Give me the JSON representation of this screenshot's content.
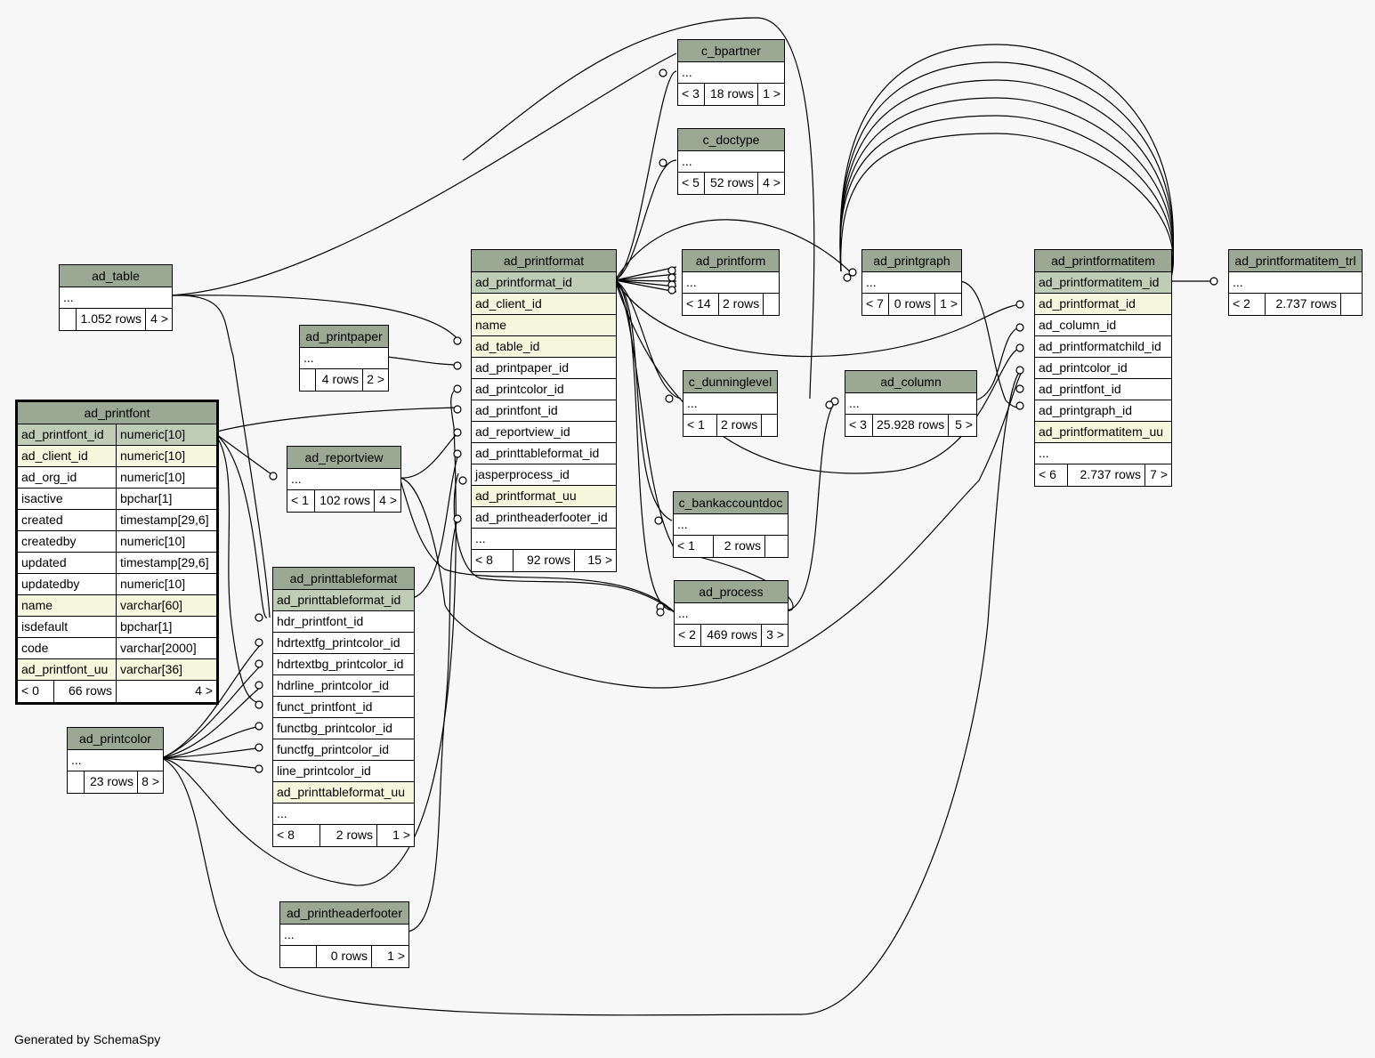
{
  "footer": "Generated by SchemaSpy",
  "tables": [
    {
      "id": "ad_table",
      "name": "ad_table",
      "rows": [
        {
          "cells": [
            "..."
          ]
        }
      ],
      "stats": [
        "",
        "1.052 rows",
        "4 >"
      ]
    },
    {
      "id": "ad_printfont",
      "name": "ad_printfont",
      "focus": true,
      "rows": [
        {
          "cells": [
            "ad_printfont_id",
            "numeric[10]"
          ],
          "kind": "pk"
        },
        {
          "cells": [
            "ad_client_id",
            "numeric[10]"
          ],
          "kind": "idx"
        },
        {
          "cells": [
            "ad_org_id",
            "numeric[10]"
          ]
        },
        {
          "cells": [
            "isactive",
            "bpchar[1]"
          ]
        },
        {
          "cells": [
            "created",
            "timestamp[29,6]"
          ]
        },
        {
          "cells": [
            "createdby",
            "numeric[10]"
          ]
        },
        {
          "cells": [
            "updated",
            "timestamp[29,6]"
          ]
        },
        {
          "cells": [
            "updatedby",
            "numeric[10]"
          ]
        },
        {
          "cells": [
            "name",
            "varchar[60]"
          ],
          "kind": "idx"
        },
        {
          "cells": [
            "isdefault",
            "bpchar[1]"
          ]
        },
        {
          "cells": [
            "code",
            "varchar[2000]"
          ]
        },
        {
          "cells": [
            "ad_printfont_uu",
            "varchar[36]"
          ],
          "kind": "idx"
        }
      ],
      "stats": [
        "< 0",
        "66 rows",
        "4 >"
      ]
    },
    {
      "id": "ad_printcolor",
      "name": "ad_printcolor",
      "rows": [
        {
          "cells": [
            "..."
          ]
        }
      ],
      "stats": [
        "",
        "23 rows",
        "8 >"
      ]
    },
    {
      "id": "ad_printpaper",
      "name": "ad_printpaper",
      "rows": [
        {
          "cells": [
            "..."
          ]
        }
      ],
      "stats": [
        "",
        "4 rows",
        "2 >"
      ]
    },
    {
      "id": "ad_reportview",
      "name": "ad_reportview",
      "rows": [
        {
          "cells": [
            "..."
          ]
        }
      ],
      "stats": [
        "< 1",
        "102 rows",
        "4 >"
      ]
    },
    {
      "id": "ad_printtableformat",
      "name": "ad_printtableformat",
      "rows": [
        {
          "cells": [
            "ad_printtableformat_id"
          ],
          "kind": "pk"
        },
        {
          "cells": [
            "hdr_printfont_id"
          ]
        },
        {
          "cells": [
            "hdrtextfg_printcolor_id"
          ]
        },
        {
          "cells": [
            "hdrtextbg_printcolor_id"
          ]
        },
        {
          "cells": [
            "hdrline_printcolor_id"
          ]
        },
        {
          "cells": [
            "funct_printfont_id"
          ]
        },
        {
          "cells": [
            "functbg_printcolor_id"
          ]
        },
        {
          "cells": [
            "functfg_printcolor_id"
          ]
        },
        {
          "cells": [
            "line_printcolor_id"
          ]
        },
        {
          "cells": [
            "ad_printtableformat_uu"
          ],
          "kind": "idx"
        },
        {
          "cells": [
            "..."
          ]
        }
      ],
      "stats": [
        "< 8",
        "2 rows",
        "1 >"
      ]
    },
    {
      "id": "ad_printheaderfooter",
      "name": "ad_printheaderfooter",
      "rows": [
        {
          "cells": [
            "..."
          ]
        }
      ],
      "stats": [
        "",
        "0 rows",
        "1 >"
      ]
    },
    {
      "id": "ad_printformat",
      "name": "ad_printformat",
      "rows": [
        {
          "cells": [
            "ad_printformat_id"
          ],
          "kind": "pk"
        },
        {
          "cells": [
            "ad_client_id"
          ],
          "kind": "idx"
        },
        {
          "cells": [
            "name"
          ],
          "kind": "idx"
        },
        {
          "cells": [
            "ad_table_id"
          ],
          "kind": "idx"
        },
        {
          "cells": [
            "ad_printpaper_id"
          ]
        },
        {
          "cells": [
            "ad_printcolor_id"
          ]
        },
        {
          "cells": [
            "ad_printfont_id"
          ]
        },
        {
          "cells": [
            "ad_reportview_id"
          ]
        },
        {
          "cells": [
            "ad_printtableformat_id"
          ]
        },
        {
          "cells": [
            "jasperprocess_id"
          ]
        },
        {
          "cells": [
            "ad_printformat_uu"
          ],
          "kind": "idx"
        },
        {
          "cells": [
            "ad_printheaderfooter_id"
          ]
        },
        {
          "cells": [
            "..."
          ]
        }
      ],
      "stats": [
        "< 8",
        "92 rows",
        "15 >"
      ]
    },
    {
      "id": "c_bpartner",
      "name": "c_bpartner",
      "rows": [
        {
          "cells": [
            "..."
          ]
        }
      ],
      "stats": [
        "< 3",
        "18 rows",
        "1 >"
      ]
    },
    {
      "id": "c_doctype",
      "name": "c_doctype",
      "rows": [
        {
          "cells": [
            "..."
          ]
        }
      ],
      "stats": [
        "< 5",
        "52 rows",
        "4 >"
      ]
    },
    {
      "id": "ad_printform",
      "name": "ad_printform",
      "rows": [
        {
          "cells": [
            "..."
          ]
        }
      ],
      "stats": [
        "< 14",
        "2 rows",
        ""
      ]
    },
    {
      "id": "c_dunninglevel",
      "name": "c_dunninglevel",
      "rows": [
        {
          "cells": [
            "..."
          ]
        }
      ],
      "stats": [
        "< 1",
        "2 rows",
        ""
      ]
    },
    {
      "id": "c_bankaccountdoc",
      "name": "c_bankaccountdoc",
      "rows": [
        {
          "cells": [
            "..."
          ]
        }
      ],
      "stats": [
        "< 1",
        "2 rows",
        ""
      ]
    },
    {
      "id": "ad_process",
      "name": "ad_process",
      "rows": [
        {
          "cells": [
            "..."
          ]
        }
      ],
      "stats": [
        "< 2",
        "469 rows",
        "3 >"
      ]
    },
    {
      "id": "ad_printgraph",
      "name": "ad_printgraph",
      "rows": [
        {
          "cells": [
            "..."
          ]
        }
      ],
      "stats": [
        "< 7",
        "0 rows",
        "1 >"
      ]
    },
    {
      "id": "ad_column",
      "name": "ad_column",
      "rows": [
        {
          "cells": [
            "..."
          ]
        }
      ],
      "stats": [
        "< 3",
        "25.928 rows",
        "5 >"
      ]
    },
    {
      "id": "ad_printformatitem",
      "name": "ad_printformatitem",
      "rows": [
        {
          "cells": [
            "ad_printformatitem_id"
          ],
          "kind": "pk"
        },
        {
          "cells": [
            "ad_printformat_id"
          ],
          "kind": "idx"
        },
        {
          "cells": [
            "ad_column_id"
          ]
        },
        {
          "cells": [
            "ad_printformatchild_id"
          ]
        },
        {
          "cells": [
            "ad_printcolor_id"
          ]
        },
        {
          "cells": [
            "ad_printfont_id"
          ]
        },
        {
          "cells": [
            "ad_printgraph_id"
          ]
        },
        {
          "cells": [
            "ad_printformatitem_uu"
          ],
          "kind": "idx"
        },
        {
          "cells": [
            "..."
          ]
        }
      ],
      "stats": [
        "< 6",
        "2.737 rows",
        "7 >"
      ]
    },
    {
      "id": "ad_printformatitem_trl",
      "name": "ad_printformatitem_trl",
      "rows": [
        {
          "cells": [
            "..."
          ]
        }
      ],
      "stats": [
        "< 2",
        "2.737 rows",
        ""
      ]
    }
  ]
}
